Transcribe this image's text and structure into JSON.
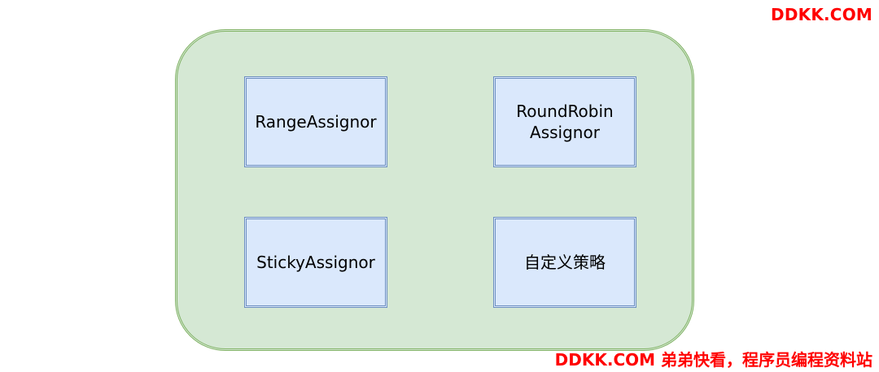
{
  "watermark": {
    "top": "DDKK.COM",
    "bottom": "DDKK.COM 弟弟快看，程序员编程资料站"
  },
  "container": {
    "fill": "#d5e8d4",
    "stroke": "#82b366"
  },
  "nodes": [
    {
      "label": "RangeAssignor"
    },
    {
      "label": "RoundRobin\nAssignor"
    },
    {
      "label": "StickyAssignor"
    },
    {
      "label": "自定义策略"
    }
  ],
  "node_style": {
    "fill": "#dae8fc",
    "stroke": "#6c8ebf"
  },
  "watermark_color": "#ff0000"
}
